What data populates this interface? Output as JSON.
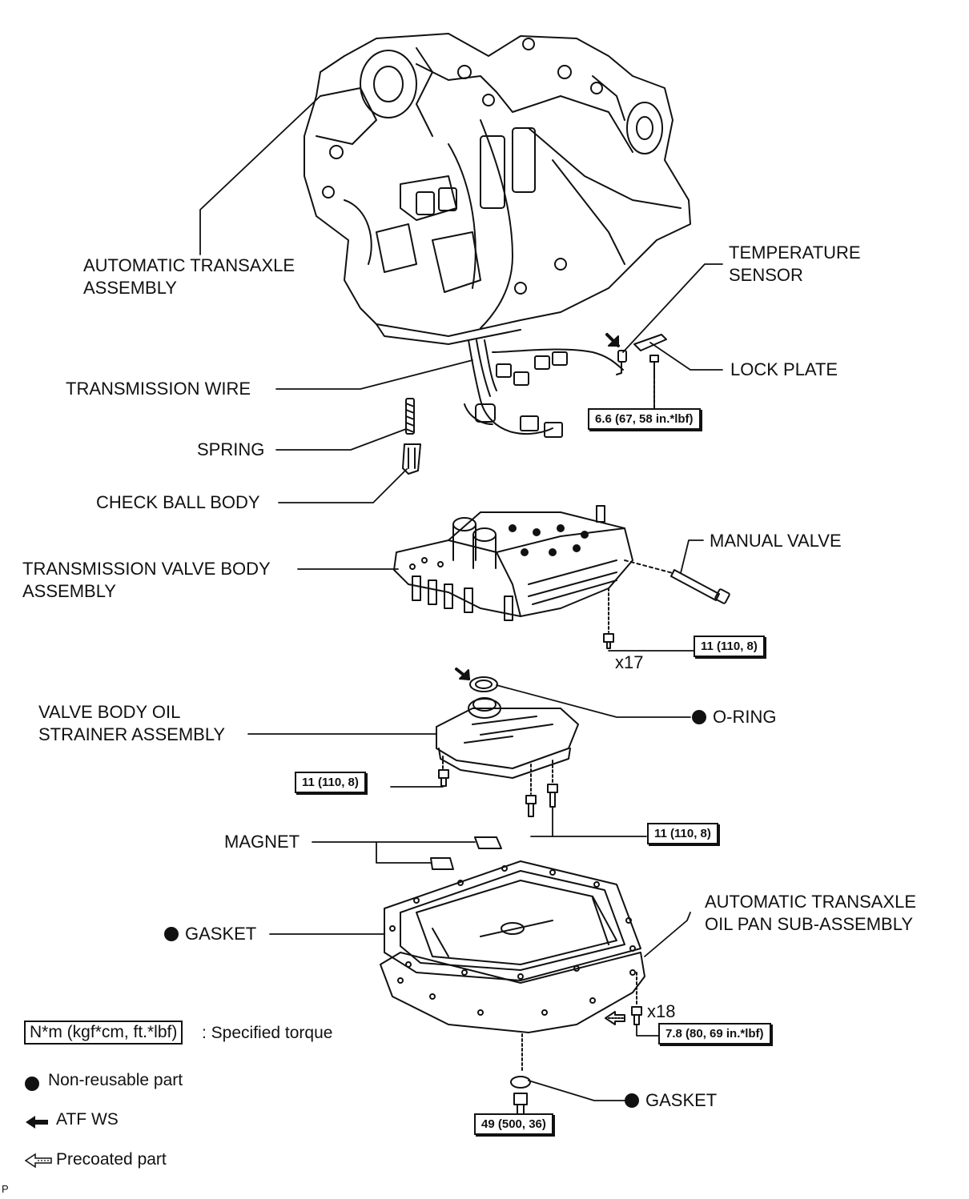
{
  "labels": {
    "transaxle_line1": "AUTOMATIC TRANSAXLE",
    "transaxle_line2": "ASSEMBLY",
    "temp_sensor_line1": "TEMPERATURE",
    "temp_sensor_line2": "SENSOR",
    "lock_plate": "LOCK PLATE",
    "transmission_wire": "TRANSMISSION WIRE",
    "spring": "SPRING",
    "check_ball_body": "CHECK BALL BODY",
    "manual_valve": "MANUAL VALVE",
    "valve_body_line1": "TRANSMISSION VALVE BODY",
    "valve_body_line2": "ASSEMBLY",
    "strainer_line1": "VALVE BODY OIL",
    "strainer_line2": "STRAINER ASSEMBLY",
    "o_ring": "O-RING",
    "magnet": "MAGNET",
    "gasket": "GASKET",
    "oil_pan_line1": "AUTOMATIC TRANSAXLE",
    "oil_pan_line2": "OIL PAN SUB-ASSEMBLY",
    "drain_gasket": "GASKET",
    "qty_valve_body_bolts": "x17",
    "qty_oil_pan_bolts": "x18",
    "page_mark": "P"
  },
  "torques": {
    "temp_sensor_bolt": "6.6 (67, 58 in.*lbf)",
    "valve_body_bolt": "11 (110, 8)",
    "strainer_bolt_left": "11 (110, 8)",
    "strainer_bolts_right": "11 (110, 8)",
    "oil_pan_bolt": "7.8 (80, 69 in.*lbf)",
    "drain_plug": "49 (500, 36)"
  },
  "legend": {
    "torque_unit_box": "N*m (kgf*cm, ft.*lbf)",
    "torque_desc": ": Specified torque",
    "non_reusable": "Non-reusable part",
    "atf_ws": "ATF WS",
    "precoated": "Precoated part"
  }
}
